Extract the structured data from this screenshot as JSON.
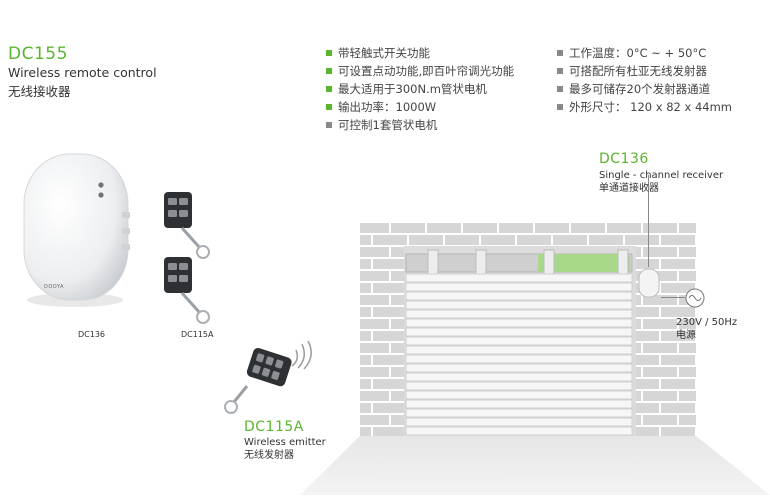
{
  "header": {
    "model": "DC155",
    "subtitle_en": "Wireless remote control",
    "subtitle_cn": "无线接收器"
  },
  "features_left": [
    {
      "text": "带轻触式开关功能",
      "color": "#5cb52e"
    },
    {
      "text": "可设置点动功能,即百叶帘调光功能",
      "color": "#5cb52e"
    },
    {
      "text": "最大适用于300N.m管状电机",
      "color": "#5cb52e"
    },
    {
      "text": "输出功率：1000W",
      "color": "#5cb52e"
    },
    {
      "text": "可控制1套管状电机",
      "color": "#888888"
    }
  ],
  "features_right": [
    {
      "text": "工作温度：0°C ~ + 50°C",
      "color": "#888888"
    },
    {
      "text": "可搭配所有杜亚无线发射器",
      "color": "#888888"
    },
    {
      "text": "最多可储存20个发射器通道",
      "color": "#888888"
    },
    {
      "text": "外形尺寸：  120 x 82 x 44mm",
      "color": "#888888"
    }
  ],
  "product_captions": {
    "receiver": "DC136",
    "remote": "DC115A",
    "brand": "DOOYA"
  },
  "receiver_label": {
    "model": "DC136",
    "en": "Single - channel receiver",
    "cn": "单通道接收器"
  },
  "power_label": {
    "spec": "230V / 50Hz",
    "cn": "电源"
  },
  "emitter_label": {
    "model": "DC115A",
    "en": "Wireless emitter",
    "cn": "无线发射器"
  },
  "colors": {
    "accent": "#5cb52e",
    "bullet_gray": "#888888",
    "brick": "#d6d6d6",
    "mortar": "#ffffff"
  }
}
